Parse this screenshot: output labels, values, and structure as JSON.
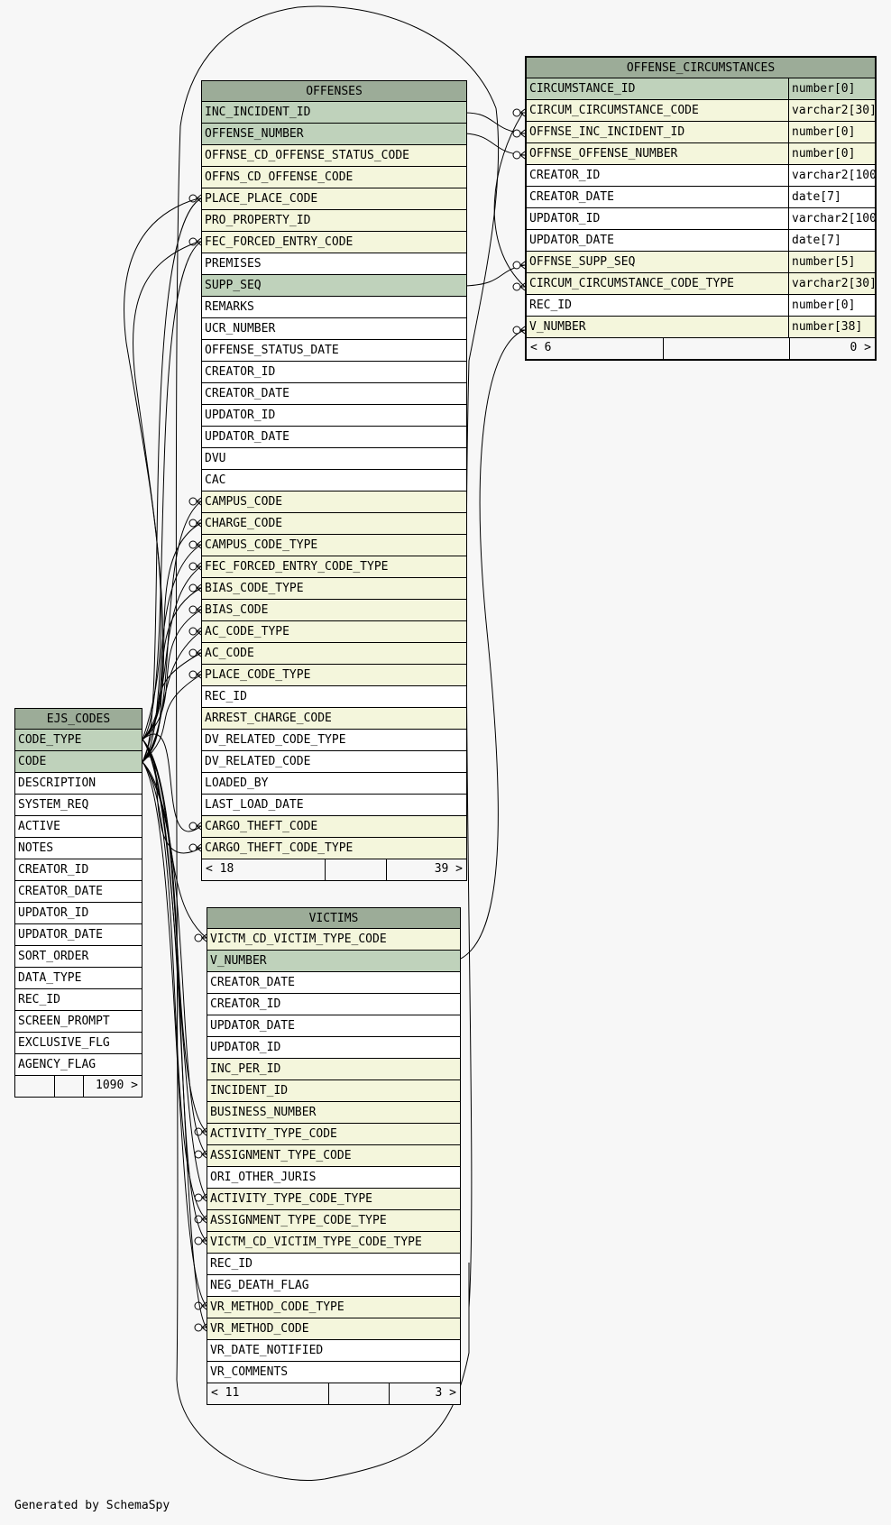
{
  "footer_text": "Generated by SchemaSpy",
  "colors": {
    "primary_key": "#bfd2bb",
    "foreign_key": "#f4f6dc",
    "header": "#9cac98",
    "background": "#f7f7f7"
  },
  "tables": {
    "offenses": {
      "name": "OFFENSES",
      "columns": [
        {
          "name": "INC_INCIDENT_ID",
          "kind": "pk"
        },
        {
          "name": "OFFENSE_NUMBER",
          "kind": "pk"
        },
        {
          "name": "OFFNSE_CD_OFFENSE_STATUS_CODE",
          "kind": "fk"
        },
        {
          "name": "OFFNS_CD_OFFENSE_CODE",
          "kind": "fk"
        },
        {
          "name": "PLACE_PLACE_CODE",
          "kind": "fk"
        },
        {
          "name": "PRO_PROPERTY_ID",
          "kind": "fk"
        },
        {
          "name": "FEC_FORCED_ENTRY_CODE",
          "kind": "fk"
        },
        {
          "name": "PREMISES",
          "kind": "plain"
        },
        {
          "name": "SUPP_SEQ",
          "kind": "pk"
        },
        {
          "name": "REMARKS",
          "kind": "plain"
        },
        {
          "name": "UCR_NUMBER",
          "kind": "plain"
        },
        {
          "name": "OFFENSE_STATUS_DATE",
          "kind": "plain"
        },
        {
          "name": "CREATOR_ID",
          "kind": "plain"
        },
        {
          "name": "CREATOR_DATE",
          "kind": "plain"
        },
        {
          "name": "UPDATOR_ID",
          "kind": "plain"
        },
        {
          "name": "UPDATOR_DATE",
          "kind": "plain"
        },
        {
          "name": "DVU",
          "kind": "plain"
        },
        {
          "name": "CAC",
          "kind": "plain"
        },
        {
          "name": "CAMPUS_CODE",
          "kind": "fk"
        },
        {
          "name": "CHARGE_CODE",
          "kind": "fk"
        },
        {
          "name": "CAMPUS_CODE_TYPE",
          "kind": "fk"
        },
        {
          "name": "FEC_FORCED_ENTRY_CODE_TYPE",
          "kind": "fk"
        },
        {
          "name": "BIAS_CODE_TYPE",
          "kind": "fk"
        },
        {
          "name": "BIAS_CODE",
          "kind": "fk"
        },
        {
          "name": "AC_CODE_TYPE",
          "kind": "fk"
        },
        {
          "name": "AC_CODE",
          "kind": "fk"
        },
        {
          "name": "PLACE_CODE_TYPE",
          "kind": "fk"
        },
        {
          "name": "REC_ID",
          "kind": "plain"
        },
        {
          "name": "ARREST_CHARGE_CODE",
          "kind": "fk"
        },
        {
          "name": "DV_RELATED_CODE_TYPE",
          "kind": "plain"
        },
        {
          "name": "DV_RELATED_CODE",
          "kind": "plain"
        },
        {
          "name": "LOADED_BY",
          "kind": "plain"
        },
        {
          "name": "LAST_LOAD_DATE",
          "kind": "plain"
        },
        {
          "name": "CARGO_THEFT_CODE",
          "kind": "fk"
        },
        {
          "name": "CARGO_THEFT_CODE_TYPE",
          "kind": "fk"
        }
      ],
      "footer": {
        "parents": "< 18",
        "rows": "",
        "children": "39 >"
      }
    },
    "offense_circumstances": {
      "name": "OFFENSE_CIRCUMSTANCES",
      "columns": [
        {
          "name": "CIRCUMSTANCE_ID",
          "type": "number[0]",
          "kind": "pk"
        },
        {
          "name": "CIRCUM_CIRCUMSTANCE_CODE",
          "type": "varchar2[30]",
          "kind": "fk"
        },
        {
          "name": "OFFNSE_INC_INCIDENT_ID",
          "type": "number[0]",
          "kind": "fk"
        },
        {
          "name": "OFFNSE_OFFENSE_NUMBER",
          "type": "number[0]",
          "kind": "fk"
        },
        {
          "name": "CREATOR_ID",
          "type": "varchar2[100]",
          "kind": "plain"
        },
        {
          "name": "CREATOR_DATE",
          "type": "date[7]",
          "kind": "plain"
        },
        {
          "name": "UPDATOR_ID",
          "type": "varchar2[100]",
          "kind": "plain"
        },
        {
          "name": "UPDATOR_DATE",
          "type": "date[7]",
          "kind": "plain"
        },
        {
          "name": "OFFNSE_SUPP_SEQ",
          "type": "number[5]",
          "kind": "fk"
        },
        {
          "name": "CIRCUM_CIRCUMSTANCE_CODE_TYPE",
          "type": "varchar2[30]",
          "kind": "fk"
        },
        {
          "name": "REC_ID",
          "type": "number[0]",
          "kind": "plain"
        },
        {
          "name": "V_NUMBER",
          "type": "number[38]",
          "kind": "fk"
        }
      ],
      "footer": {
        "parents": "< 6",
        "rows": "",
        "children": "0 >"
      }
    },
    "ejs_codes": {
      "name": "EJS_CODES",
      "columns": [
        {
          "name": "CODE_TYPE",
          "kind": "pk"
        },
        {
          "name": "CODE",
          "kind": "pk"
        },
        {
          "name": "DESCRIPTION",
          "kind": "plain"
        },
        {
          "name": "SYSTEM_REQ",
          "kind": "plain"
        },
        {
          "name": "ACTIVE",
          "kind": "plain"
        },
        {
          "name": "NOTES",
          "kind": "plain"
        },
        {
          "name": "CREATOR_ID",
          "kind": "plain"
        },
        {
          "name": "CREATOR_DATE",
          "kind": "plain"
        },
        {
          "name": "UPDATOR_ID",
          "kind": "plain"
        },
        {
          "name": "UPDATOR_DATE",
          "kind": "plain"
        },
        {
          "name": "SORT_ORDER",
          "kind": "plain"
        },
        {
          "name": "DATA_TYPE",
          "kind": "plain"
        },
        {
          "name": "REC_ID",
          "kind": "plain"
        },
        {
          "name": "SCREEN_PROMPT",
          "kind": "plain"
        },
        {
          "name": "EXCLUSIVE_FLG",
          "kind": "plain"
        },
        {
          "name": "AGENCY_FLAG",
          "kind": "plain"
        }
      ],
      "footer": {
        "parents": "",
        "rows": "",
        "children": "1090 >"
      }
    },
    "victims": {
      "name": "VICTIMS",
      "columns": [
        {
          "name": "VICTM_CD_VICTIM_TYPE_CODE",
          "kind": "fk"
        },
        {
          "name": "V_NUMBER",
          "kind": "pk"
        },
        {
          "name": "CREATOR_DATE",
          "kind": "plain"
        },
        {
          "name": "CREATOR_ID",
          "kind": "plain"
        },
        {
          "name": "UPDATOR_DATE",
          "kind": "plain"
        },
        {
          "name": "UPDATOR_ID",
          "kind": "plain"
        },
        {
          "name": "INC_PER_ID",
          "kind": "fk"
        },
        {
          "name": "INCIDENT_ID",
          "kind": "fk"
        },
        {
          "name": "BUSINESS_NUMBER",
          "kind": "fk"
        },
        {
          "name": "ACTIVITY_TYPE_CODE",
          "kind": "fk"
        },
        {
          "name": "ASSIGNMENT_TYPE_CODE",
          "kind": "fk"
        },
        {
          "name": "ORI_OTHER_JURIS",
          "kind": "plain"
        },
        {
          "name": "ACTIVITY_TYPE_CODE_TYPE",
          "kind": "fk"
        },
        {
          "name": "ASSIGNMENT_TYPE_CODE_TYPE",
          "kind": "fk"
        },
        {
          "name": "VICTM_CD_VICTIM_TYPE_CODE_TYPE",
          "kind": "fk"
        },
        {
          "name": "REC_ID",
          "kind": "plain"
        },
        {
          "name": "NEG_DEATH_FLAG",
          "kind": "plain"
        },
        {
          "name": "VR_METHOD_CODE_TYPE",
          "kind": "fk"
        },
        {
          "name": "VR_METHOD_CODE",
          "kind": "fk"
        },
        {
          "name": "VR_DATE_NOTIFIED",
          "kind": "plain"
        },
        {
          "name": "VR_COMMENTS",
          "kind": "plain"
        }
      ],
      "footer": {
        "parents": "< 11",
        "rows": "",
        "children": "3 >"
      }
    }
  }
}
